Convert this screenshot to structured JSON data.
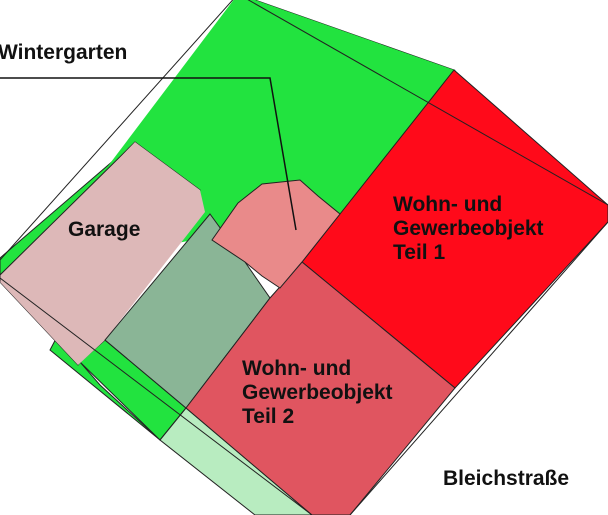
{
  "labels": {
    "wintergarten": "Wintergarten",
    "garage": "Garage",
    "teil1": [
      "Wohn- und",
      "Gewerbeobjekt",
      "Teil 1"
    ],
    "teil2": [
      "Wohn- und",
      "Gewerbeobjekt",
      "Teil 2"
    ],
    "street": "Bleichstraße"
  },
  "colors": {
    "garden_green": "#22e33f",
    "teil1_red": "#ff0a1a",
    "teil2_red": "#e05560",
    "garage_pink": "#ddb8b8",
    "wintergarten_pink": "#e98a8a",
    "court_green": "#8ab596",
    "path_light_green": "#b8ecc0",
    "outline": "#222222"
  }
}
